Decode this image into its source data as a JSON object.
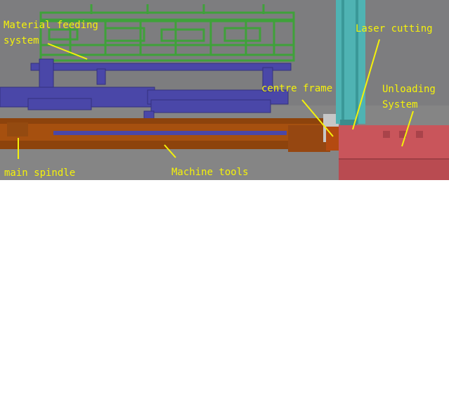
{
  "labels": {
    "material_feeding": "Material feeding\nsystem",
    "laser_cutting": "Laser cutting",
    "centre_frame": "centre frame",
    "unloading_system": "Unloading\nSystem",
    "main_spindle": "main spindle",
    "machine_tools": "Machine tools"
  },
  "colors": {
    "background": "#7d7d7f",
    "feeding_frame": "#3fa13a",
    "support_rails": "#4a47a8",
    "machine_bed": "#a6500f",
    "laser_head": "#4fb3b3",
    "unloading_table": "#c9555b",
    "label_text": "#f5f20a"
  }
}
